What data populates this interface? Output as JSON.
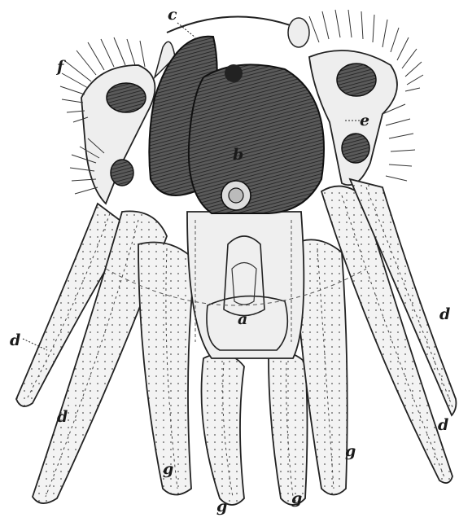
{
  "figure": {
    "labels": {
      "a": "a",
      "b": "b",
      "c": "c",
      "d_left": "d",
      "d_left_arm": "d",
      "d_right_upper": "d",
      "d_right_lower": "d",
      "e": "e",
      "f": "f",
      "g_left": "g",
      "g_center_left": "g",
      "g_center_right": "g",
      "g_right": "g"
    }
  }
}
